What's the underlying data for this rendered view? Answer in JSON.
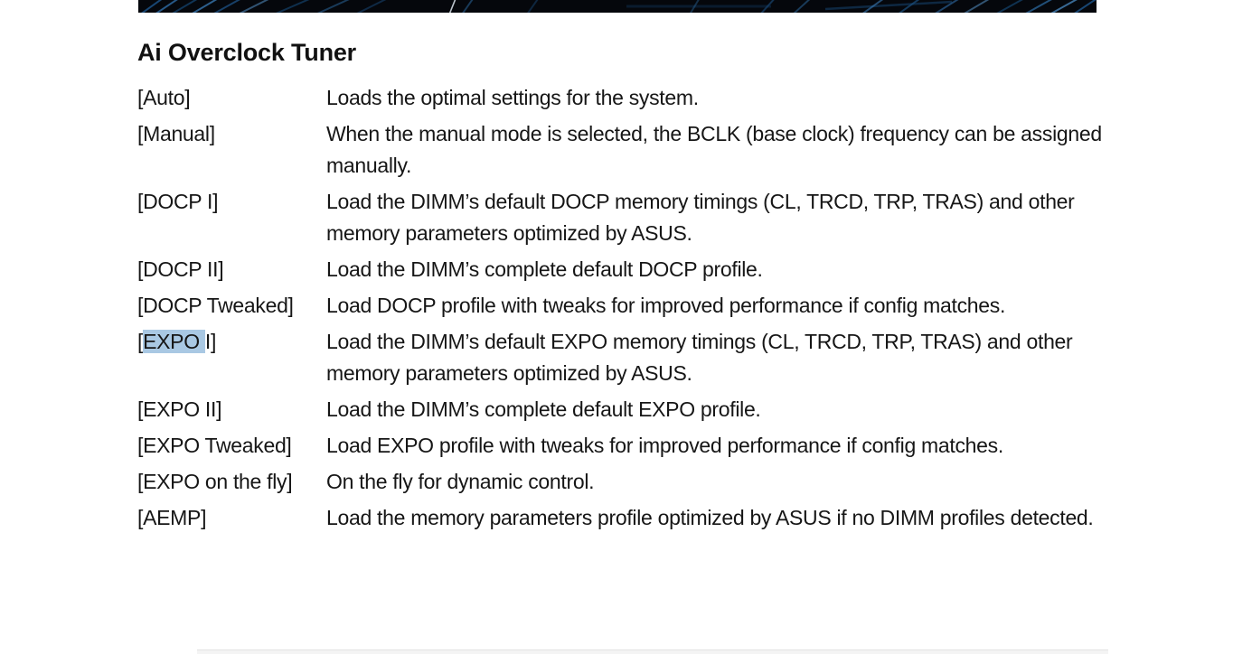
{
  "colors": {
    "highlight": "#a9c8e3",
    "text": "#161616",
    "banner_bg": "#05070c"
  },
  "header_image": {
    "name": "tech-circuit-banner-bottom-edge"
  },
  "section": {
    "title": "Ai Overclock Tuner"
  },
  "definitions": [
    {
      "term_parts": [
        {
          "text": "[Auto]",
          "highlight": false
        }
      ],
      "desc": "Loads the optimal settings for the system."
    },
    {
      "term_parts": [
        {
          "text": "[Manual]",
          "highlight": false
        }
      ],
      "desc": "When the manual mode is selected, the BCLK (base clock) frequency can be assigned manually."
    },
    {
      "term_parts": [
        {
          "text": "[DOCP I]",
          "highlight": false
        }
      ],
      "desc": "Load the DIMM’s default DOCP memory timings (CL, TRCD, TRP, TRAS) and other memory parameters optimized by ASUS."
    },
    {
      "term_parts": [
        {
          "text": "[DOCP II]",
          "highlight": false
        }
      ],
      "desc": "Load the DIMM’s complete default DOCP profile."
    },
    {
      "term_parts": [
        {
          "text": "[DOCP Tweaked]",
          "highlight": false
        }
      ],
      "desc": "Load DOCP profile with tweaks for improved performance if config matches."
    },
    {
      "term_parts": [
        {
          "text": "[",
          "highlight": false
        },
        {
          "text": "EXPO ",
          "highlight": true
        },
        {
          "text": "I]",
          "highlight": false
        }
      ],
      "desc": "Load the DIMM’s default EXPO memory timings (CL, TRCD, TRP, TRAS) and other memory parameters optimized by ASUS."
    },
    {
      "term_parts": [
        {
          "text": "[EXPO II]",
          "highlight": false
        }
      ],
      "desc": "Load the DIMM’s complete default EXPO profile."
    },
    {
      "term_parts": [
        {
          "text": "[EXPO Tweaked]",
          "highlight": false
        }
      ],
      "desc": "Load EXPO profile with tweaks for improved performance if config matches."
    },
    {
      "term_parts": [
        {
          "text": "[EXPO on the fly]",
          "highlight": false
        }
      ],
      "desc": "On the fly for dynamic control."
    },
    {
      "term_parts": [
        {
          "text": "[AEMP]",
          "highlight": false
        }
      ],
      "desc": "Load the memory parameters profile optimized by ASUS if no DIMM profiles detected."
    }
  ]
}
